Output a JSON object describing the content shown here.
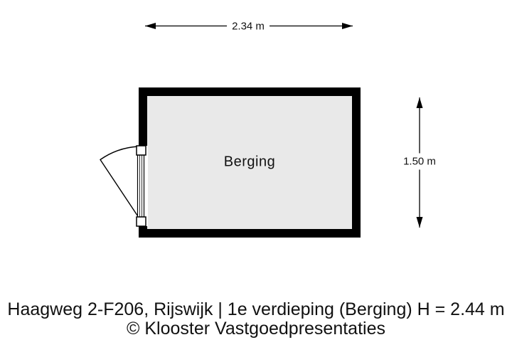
{
  "floorplan": {
    "room_label": "Berging",
    "width_label": "2.34 m",
    "height_label": "1.50 m"
  },
  "caption": {
    "address_line": "Haagweg 2-F206, Rijswijk | 1e verdieping (Berging) H = 2.44 m",
    "copyright_line": "© Klooster Vastgoedpresentaties"
  },
  "colors": {
    "wall": "#000000",
    "floor": "#e9e9e9",
    "line": "#111111",
    "background": "#ffffff"
  }
}
